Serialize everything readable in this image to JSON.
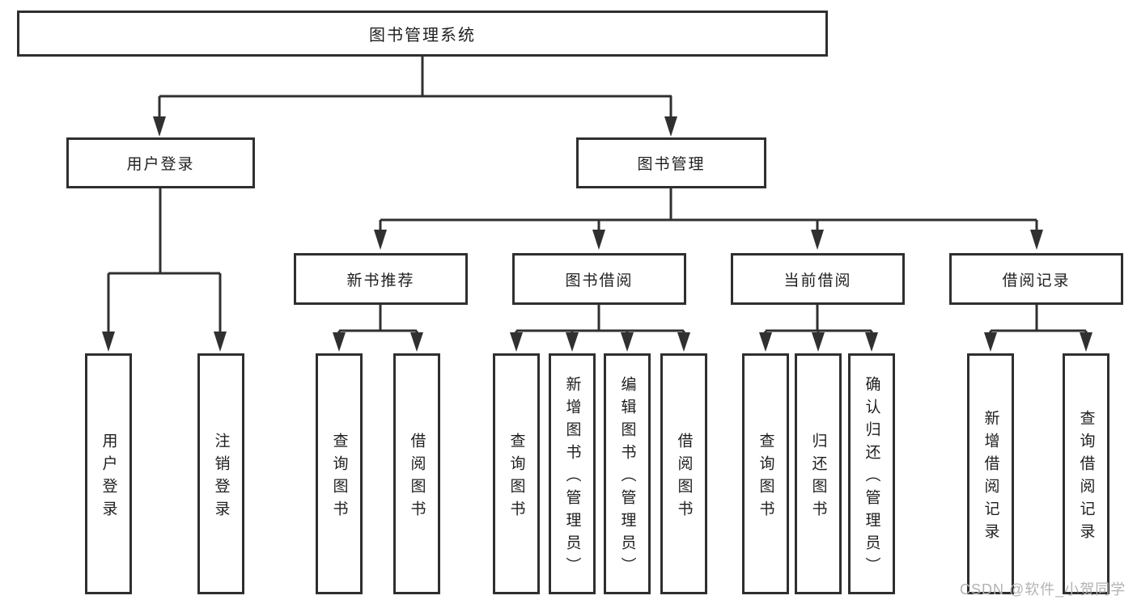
{
  "diagram": {
    "root": {
      "label": "图书管理系统"
    },
    "level2": [
      {
        "label": "用户登录",
        "children": [
          {
            "label": "用户登录"
          },
          {
            "label": "注销登录"
          }
        ]
      },
      {
        "label": "图书管理",
        "children": [
          {
            "label": "新书推荐",
            "children": [
              {
                "label": "查询图书"
              },
              {
                "label": "借阅图书"
              }
            ]
          },
          {
            "label": "图书借阅",
            "children": [
              {
                "label": "查询图书"
              },
              {
                "label": "新增图书（管理员）"
              },
              {
                "label": "编辑图书（管理员）"
              },
              {
                "label": "借阅图书"
              }
            ]
          },
          {
            "label": "当前借阅",
            "children": [
              {
                "label": "查询图书"
              },
              {
                "label": "归还图书"
              },
              {
                "label": "确认归还（管理员）"
              }
            ]
          },
          {
            "label": "借阅记录",
            "children": [
              {
                "label": "新增借阅记录"
              },
              {
                "label": "查询借阅记录"
              }
            ]
          }
        ]
      }
    ],
    "watermark": "CSDN @软件_小贺同学",
    "colors": {
      "line": "#303030",
      "box_border": "#2f2f2f",
      "text": "#1f1f1f",
      "watermark": "#b3b3b3",
      "background": "#ffffff"
    }
  }
}
